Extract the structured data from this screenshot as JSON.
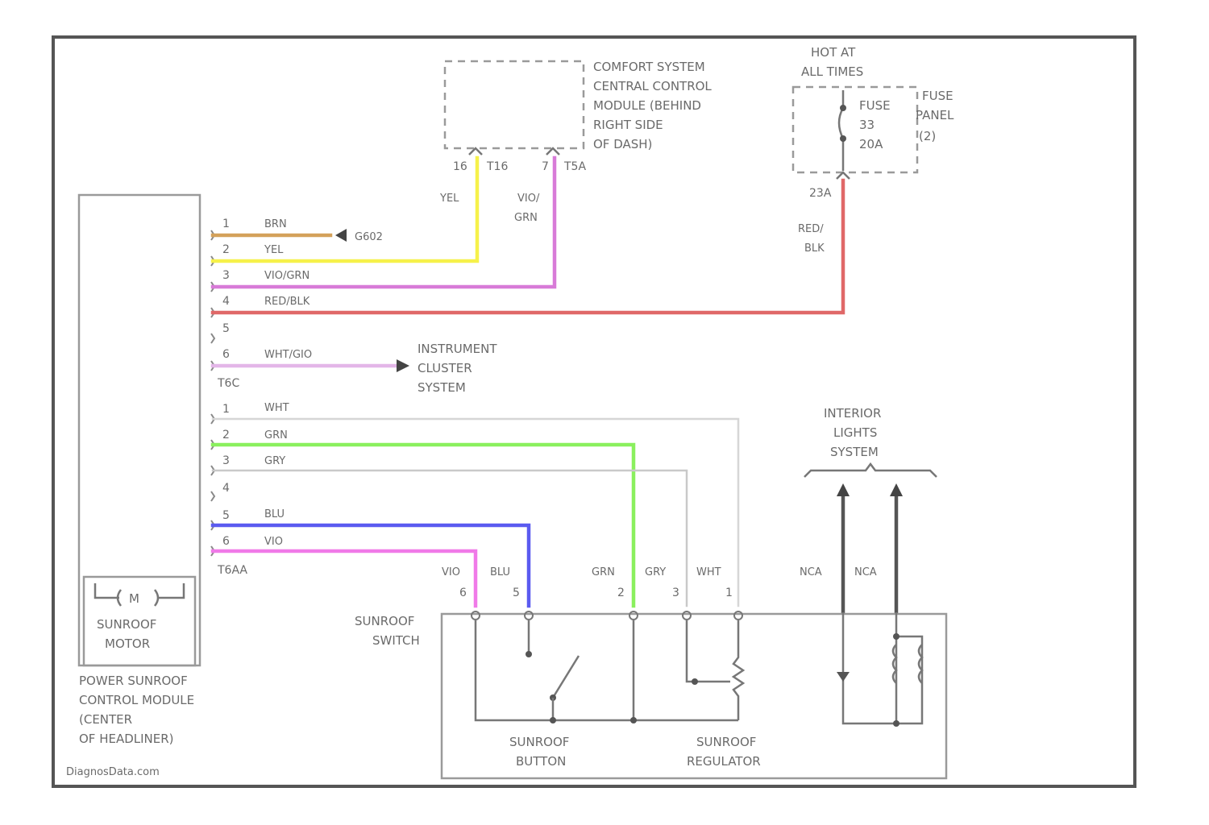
{
  "colors": {
    "brn": "#d4a15a",
    "yel": "#f6f14a",
    "vio_grn": "#d87bd8",
    "red_blk": "#e06868",
    "wht_gio": "#e3b6e8",
    "wht": "#d6d6d6",
    "grn": "#8af05e",
    "gry": "#c9c9c9",
    "blu": "#5b5bf0",
    "vio": "#f07ae8",
    "nca": "#555555"
  },
  "comfort_module": {
    "lines": [
      "COMFORT SYSTEM",
      "CENTRAL CONTROL",
      "MODULE (BEHIND",
      "RIGHT SIDE",
      "OF DASH)"
    ],
    "pin_a": "16",
    "conn_a": "T16",
    "pin_b": "7",
    "conn_b": "T5A"
  },
  "hot_at_all_times": [
    "HOT AT",
    "ALL TIMES"
  ],
  "fuse": {
    "lines": [
      "FUSE",
      "33",
      "20A"
    ],
    "panel_lines": [
      "FUSE",
      "PANEL",
      "(2)"
    ],
    "conn": "23A"
  },
  "control_module": {
    "lines": [
      "POWER SUNROOF",
      "CONTROL MODULE",
      "(CENTER",
      "OF HEADLINER)"
    ],
    "motor_symbol": "M",
    "motor_lines": [
      "SUNROOF",
      "MOTOR"
    ],
    "conn_upper": "T6C",
    "conn_lower": "T6AA"
  },
  "upper_pins": [
    {
      "pin": "1",
      "wire": "BRN"
    },
    {
      "pin": "2",
      "wire": "YEL"
    },
    {
      "pin": "3",
      "wire": "VIO/GRN"
    },
    {
      "pin": "4",
      "wire": "RED/BLK"
    },
    {
      "pin": "5",
      "wire": ""
    },
    {
      "pin": "6",
      "wire": "WHT/GIO"
    }
  ],
  "lower_pins": [
    {
      "pin": "1",
      "wire": "WHT"
    },
    {
      "pin": "2",
      "wire": "GRN"
    },
    {
      "pin": "3",
      "wire": "GRY"
    },
    {
      "pin": "4",
      "wire": ""
    },
    {
      "pin": "5",
      "wire": "BLU"
    },
    {
      "pin": "6",
      "wire": "VIO"
    }
  ],
  "ground": "G602",
  "riser_labels": {
    "yel": "YEL",
    "vio_grn": [
      "VIO/",
      "GRN"
    ],
    "red_blk": [
      "RED/",
      "BLK"
    ]
  },
  "instrument_cluster": [
    "INSTRUMENT",
    "CLUSTER",
    "SYSTEM"
  ],
  "interior_lights": [
    "INTERIOR",
    "LIGHTS",
    "SYSTEM"
  ],
  "nca_labels": [
    "NCA",
    "NCA"
  ],
  "switch_wires": [
    {
      "label": "VIO",
      "pin": "6"
    },
    {
      "label": "BLU",
      "pin": "5"
    },
    {
      "label": "GRN",
      "pin": "2"
    },
    {
      "label": "GRY",
      "pin": "3"
    },
    {
      "label": "WHT",
      "pin": "1"
    }
  ],
  "sunroof_switch": [
    "SUNROOF",
    "SWITCH"
  ],
  "sunroof_button": [
    "SUNROOF",
    "BUTTON"
  ],
  "sunroof_regulator": [
    "SUNROOF",
    "REGULATOR"
  ],
  "watermark": "DiagnosData.com"
}
